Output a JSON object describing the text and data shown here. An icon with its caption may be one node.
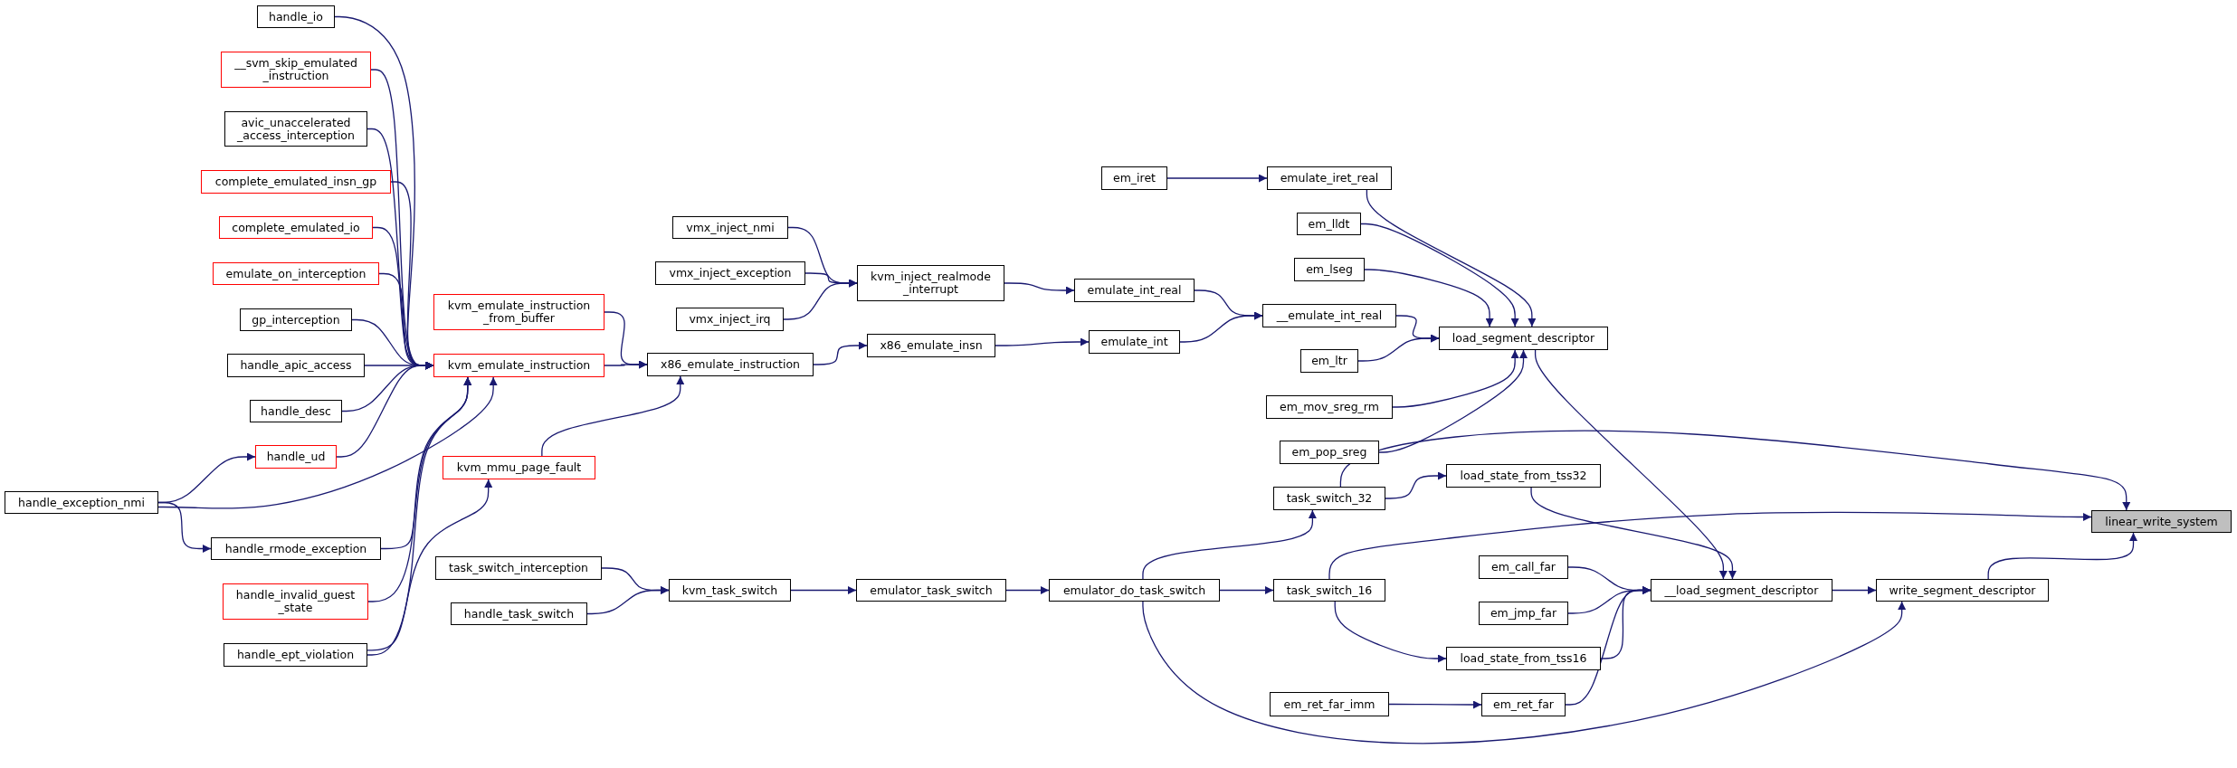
{
  "diagram": {
    "nodes": [
      {
        "text": [
          "handle_exception_nmi"
        ]
      },
      {
        "text": [
          "handle_io"
        ]
      },
      {
        "text": [
          "__svm_skip_emulated _instruction"
        ]
      },
      {
        "text": [
          "avic_unaccelerated _access_interception"
        ]
      },
      {
        "text": [
          "complete_emulated_insn_gp"
        ]
      },
      {
        "text": [
          "complete_emulated_io"
        ]
      },
      {
        "text": [
          "emulate_on_interception"
        ]
      },
      {
        "text": [
          "gp_interception"
        ]
      },
      {
        "text": [
          "handle_apic_access"
        ]
      },
      {
        "text": [
          "handle_desc"
        ]
      },
      {
        "text": [
          "handle_ud"
        ]
      },
      {
        "text": [
          "handle_rmode_exception"
        ]
      },
      {
        "text": [
          "handle_invalid_guest _state"
        ]
      },
      {
        "text": [
          "handle_ept_violation"
        ]
      },
      {
        "text": [
          "kvm_emulate_instruction _from_buffer"
        ]
      },
      {
        "text": [
          "kvm_emulate_instruction"
        ]
      },
      {
        "text": [
          "kvm_mmu_page_fault"
        ]
      },
      {
        "text": [
          "task_switch_interception"
        ]
      },
      {
        "text": [
          "handle_task_switch"
        ]
      },
      {
        "text": [
          "vmx_inject_nmi"
        ]
      },
      {
        "text": [
          "vmx_inject_exception"
        ]
      },
      {
        "text": [
          "vmx_inject_irq"
        ]
      },
      {
        "text": [
          "x86_emulate_instruction"
        ]
      },
      {
        "text": [
          "kvm_task_switch"
        ]
      },
      {
        "text": [
          "kvm_inject_realmode _interrupt"
        ]
      },
      {
        "text": [
          "x86_emulate_insn"
        ]
      },
      {
        "text": [
          "emulator_task_switch"
        ]
      },
      {
        "text": [
          "em_iret"
        ]
      },
      {
        "text": [
          "emulate_int_real"
        ]
      },
      {
        "text": [
          "emulate_int"
        ]
      },
      {
        "text": [
          "emulator_do_task_switch"
        ]
      },
      {
        "text": [
          "emulate_iret_real"
        ]
      },
      {
        "text": [
          "em_lldt"
        ]
      },
      {
        "text": [
          "em_lseg"
        ]
      },
      {
        "text": [
          "__emulate_int_real"
        ]
      },
      {
        "text": [
          "em_ltr"
        ]
      },
      {
        "text": [
          "em_mov_sreg_rm"
        ]
      },
      {
        "text": [
          "em_pop_sreg"
        ]
      },
      {
        "text": [
          "task_switch_32"
        ]
      },
      {
        "text": [
          "task_switch_16"
        ]
      },
      {
        "text": [
          "em_ret_far_imm"
        ]
      },
      {
        "text": [
          "load_segment_descriptor"
        ]
      },
      {
        "text": [
          "load_state_from_tss32"
        ]
      },
      {
        "text": [
          "em_call_far"
        ]
      },
      {
        "text": [
          "em_jmp_far"
        ]
      },
      {
        "text": [
          "load_state_from_tss16"
        ]
      },
      {
        "text": [
          "em_ret_far"
        ]
      },
      {
        "text": [
          "__load_segment_descriptor"
        ]
      },
      {
        "text": [
          "write_segment_descriptor"
        ]
      },
      {
        "text": [
          "linear_write_system"
        ]
      }
    ],
    "edges": [
      {
        "from": 1,
        "to": 15,
        "arrow": "to"
      },
      {
        "from": 2,
        "to": 15,
        "arrow": "to"
      },
      {
        "from": 3,
        "to": 15,
        "arrow": "to"
      },
      {
        "from": 4,
        "to": 15,
        "arrow": "to"
      },
      {
        "from": 5,
        "to": 15,
        "arrow": "to"
      },
      {
        "from": 6,
        "to": 15,
        "arrow": "to"
      },
      {
        "from": 7,
        "to": 15,
        "arrow": "to"
      },
      {
        "from": 8,
        "to": 15,
        "arrow": "to"
      },
      {
        "from": 9,
        "to": 15,
        "arrow": "to"
      },
      {
        "from": 10,
        "to": 15,
        "arrow": "to"
      },
      {
        "from": 0,
        "to": 10,
        "arrow": "to"
      },
      {
        "from": 0,
        "to": 15,
        "arrow": "to"
      },
      {
        "from": 0,
        "to": 11,
        "arrow": "to"
      },
      {
        "from": 11,
        "to": 15,
        "arrow": "to"
      },
      {
        "from": 12,
        "to": 15,
        "arrow": "to"
      },
      {
        "from": 13,
        "to": 15,
        "arrow": "to"
      },
      {
        "from": 13,
        "to": 16,
        "arrow": "to"
      },
      {
        "from": 14,
        "to": 22,
        "arrow": "to"
      },
      {
        "from": 15,
        "to": 22,
        "arrow": "to"
      },
      {
        "from": 16,
        "to": 22,
        "arrow": "to"
      },
      {
        "from": 17,
        "to": 23,
        "arrow": "to"
      },
      {
        "from": 18,
        "to": 23,
        "arrow": "to"
      },
      {
        "from": 19,
        "to": 24,
        "arrow": "to"
      },
      {
        "from": 20,
        "to": 24,
        "arrow": "to"
      },
      {
        "from": 21,
        "to": 24,
        "arrow": "to"
      },
      {
        "from": 22,
        "to": 25,
        "arrow": "to"
      },
      {
        "from": 23,
        "to": 26,
        "arrow": "to"
      },
      {
        "from": 24,
        "to": 28,
        "arrow": "to"
      },
      {
        "from": 25,
        "to": 29,
        "arrow": "to"
      },
      {
        "from": 26,
        "to": 30,
        "arrow": "to"
      },
      {
        "from": 27,
        "to": 31,
        "arrow": "to"
      },
      {
        "from": 28,
        "to": 34,
        "arrow": "to"
      },
      {
        "from": 29,
        "to": 34,
        "arrow": "to"
      },
      {
        "from": 30,
        "to": 38,
        "arrow": "to"
      },
      {
        "from": 30,
        "to": 39,
        "arrow": "to"
      },
      {
        "from": 30,
        "to": 48,
        "arrow": "to"
      },
      {
        "from": 31,
        "to": 41,
        "arrow": "to"
      },
      {
        "from": 32,
        "to": 41,
        "arrow": "to"
      },
      {
        "from": 33,
        "to": 41,
        "arrow": "to"
      },
      {
        "from": 34,
        "to": 41,
        "arrow": "to"
      },
      {
        "from": 35,
        "to": 41,
        "arrow": "to"
      },
      {
        "from": 36,
        "to": 41,
        "arrow": "to"
      },
      {
        "from": 37,
        "to": 41,
        "arrow": "to"
      },
      {
        "from": 38,
        "to": 42,
        "arrow": "to"
      },
      {
        "from": 38,
        "to": 49,
        "arrow": "to"
      },
      {
        "from": 39,
        "to": 45,
        "arrow": "to"
      },
      {
        "from": 39,
        "to": 49,
        "arrow": "to"
      },
      {
        "from": 40,
        "to": 46,
        "arrow": "to"
      },
      {
        "from": 41,
        "to": 47,
        "arrow": "to"
      },
      {
        "from": 42,
        "to": 47,
        "arrow": "to"
      },
      {
        "from": 43,
        "to": 47,
        "arrow": "to"
      },
      {
        "from": 44,
        "to": 47,
        "arrow": "to"
      },
      {
        "from": 45,
        "to": 47,
        "arrow": "to"
      },
      {
        "from": 46,
        "to": 47,
        "arrow": "to"
      },
      {
        "from": 47,
        "to": 48,
        "arrow": "to"
      },
      {
        "from": 48,
        "to": 49,
        "arrow": "to"
      }
    ]
  }
}
